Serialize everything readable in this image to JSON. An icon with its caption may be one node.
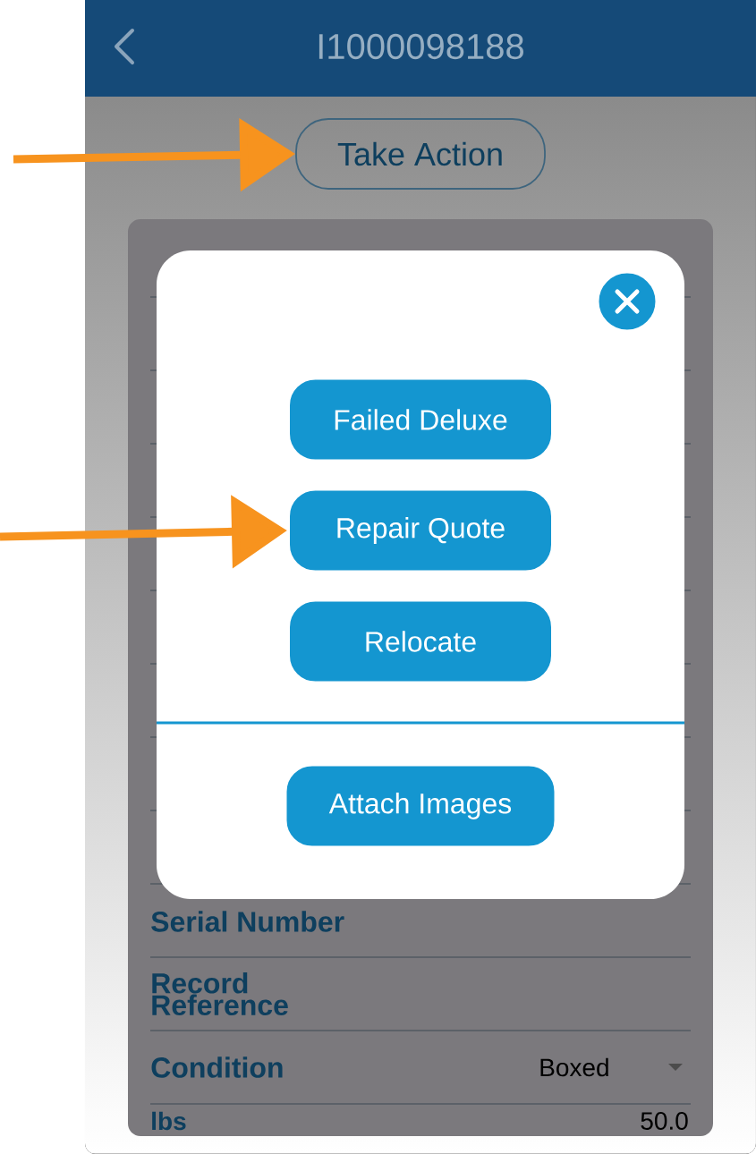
{
  "diagram": {
    "nodes": [
      {
        "text": [
          "Take Action"
        ]
      },
      {
        "text": [
          "Failed Deluxe"
        ]
      },
      {
        "text": [
          "Repair Quote"
        ]
      },
      {
        "text": [
          "Relocate"
        ]
      },
      {
        "text": [
          "Attach Images"
        ]
      }
    ],
    "edges": [
      {
        "from": null,
        "to": 0,
        "arrow": "to"
      },
      {
        "from": null,
        "to": 2,
        "arrow": "to"
      }
    ],
    "labels": [
      "I1000098188",
      "Serial Number",
      "Record Reference",
      "Condition",
      "Boxed",
      "lbs",
      "50.0"
    ]
  }
}
